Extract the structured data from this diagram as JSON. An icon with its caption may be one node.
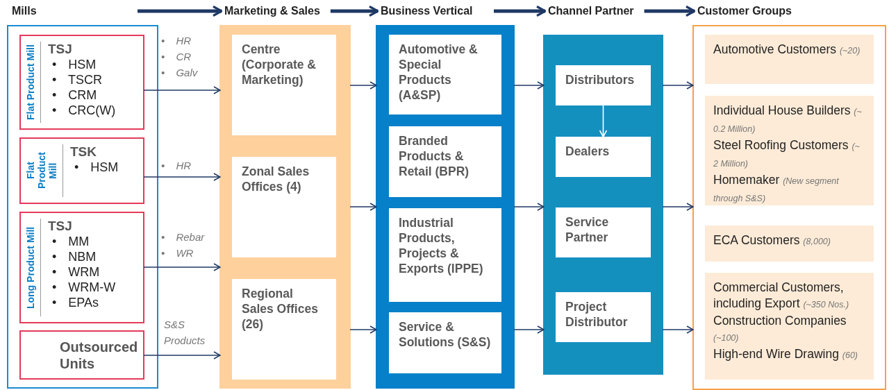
{
  "diagram": {
    "nodes": [
      {
        "text": [
          "Mills"
        ]
      },
      {
        "text": [
          "Flat Product Mill",
          "TSJ",
          "• HSM",
          "• TSCR",
          "• CRM",
          "• CRC(W)"
        ],
        "in": 0
      },
      {
        "text": [
          "Flat Product Mill",
          "TSK",
          "• HSM"
        ],
        "in": 0
      },
      {
        "text": [
          "Long Product Mill",
          "TSJ",
          "• MM",
          "• NBM",
          "• WRM",
          "• WRM-W",
          "• EPAs"
        ],
        "in": 0
      },
      {
        "text": [
          "Outsourced Units"
        ],
        "in": 0
      },
      {
        "text": [
          "Marketing & Sales"
        ]
      },
      {
        "text": [
          "Centre (Corporate & Marketing)"
        ],
        "in": 5
      },
      {
        "text": [
          "Zonal Sales Offices (4)"
        ],
        "in": 5
      },
      {
        "text": [
          "Regional Sales Offices (26)"
        ],
        "in": 5
      },
      {
        "text": [
          "Business Vertical"
        ]
      },
      {
        "text": [
          "Automotive & Special Products (A&SP)"
        ],
        "in": 9
      },
      {
        "text": [
          "Branded Products & Retail (BPR)"
        ],
        "in": 9
      },
      {
        "text": [
          "Industrial Products, Projects & Exports (IPPE)"
        ],
        "in": 9
      },
      {
        "text": [
          "Service & Solutions (S&S)"
        ],
        "in": 9
      },
      {
        "text": [
          "Channel Partner"
        ]
      },
      {
        "text": [
          "Distributors"
        ],
        "in": 14
      },
      {
        "text": [
          "Dealers"
        ],
        "in": 14
      },
      {
        "text": [
          "Service Partner"
        ],
        "in": 14
      },
      {
        "text": [
          "Project Distributor"
        ],
        "in": 14
      },
      {
        "text": [
          "Customer Groups"
        ]
      },
      {
        "text": [
          "Automotive Customers *(~20)*"
        ],
        "in": 19
      },
      {
        "text": [
          "Individual House Builders *(~ 0.2 Million)*",
          "Steel Roofing Customers *(~ 2 Million)*",
          "Homemaker *(New segment through S&S)*"
        ],
        "in": 19
      },
      {
        "text": [
          "ECA Customers *(8,000)*"
        ],
        "in": 19
      },
      {
        "text": [
          "Commercial Customers, including Export *(~350 Nos.)*",
          "Construction Companies *(~100)*",
          "High-end Wire Drawing *(60)*"
        ],
        "in": 19
      }
    ],
    "edges": [
      {
        "from": 0,
        "to": 5,
        "arrow": "to",
        "style": "thick"
      },
      {
        "from": 5,
        "to": 9,
        "arrow": "to",
        "style": "thick"
      },
      {
        "from": 9,
        "to": 14,
        "arrow": "to",
        "style": "thick"
      },
      {
        "from": 14,
        "to": 19,
        "arrow": "to",
        "style": "thick"
      },
      {
        "from": 1,
        "to": 5,
        "arrow": "to"
      },
      {
        "from": 2,
        "to": 5,
        "arrow": "to"
      },
      {
        "from": 3,
        "to": 5,
        "arrow": "to"
      },
      {
        "from": 4,
        "to": 5,
        "arrow": "to"
      },
      {
        "from": 5,
        "to": 9,
        "arrow": "to"
      },
      {
        "from": 5,
        "to": 9,
        "arrow": "to"
      },
      {
        "from": 5,
        "to": 9,
        "arrow": "to"
      },
      {
        "from": 9,
        "to": 14,
        "arrow": "to"
      },
      {
        "from": 9,
        "to": 14,
        "arrow": "to"
      },
      {
        "from": 9,
        "to": 14,
        "arrow": "to"
      },
      {
        "from": 15,
        "to": 16,
        "arrow": "to",
        "color": "#ffffff"
      },
      {
        "from": 14,
        "to": 19,
        "arrow": "to"
      },
      {
        "from": 14,
        "to": 19,
        "arrow": "to"
      },
      {
        "from": 14,
        "to": 19,
        "arrow": "to"
      }
    ],
    "labels": [
      "• HR",
      "• CR",
      "• Galv",
      "• HR",
      "• Rebar",
      "• WR",
      "S&S Products"
    ]
  }
}
